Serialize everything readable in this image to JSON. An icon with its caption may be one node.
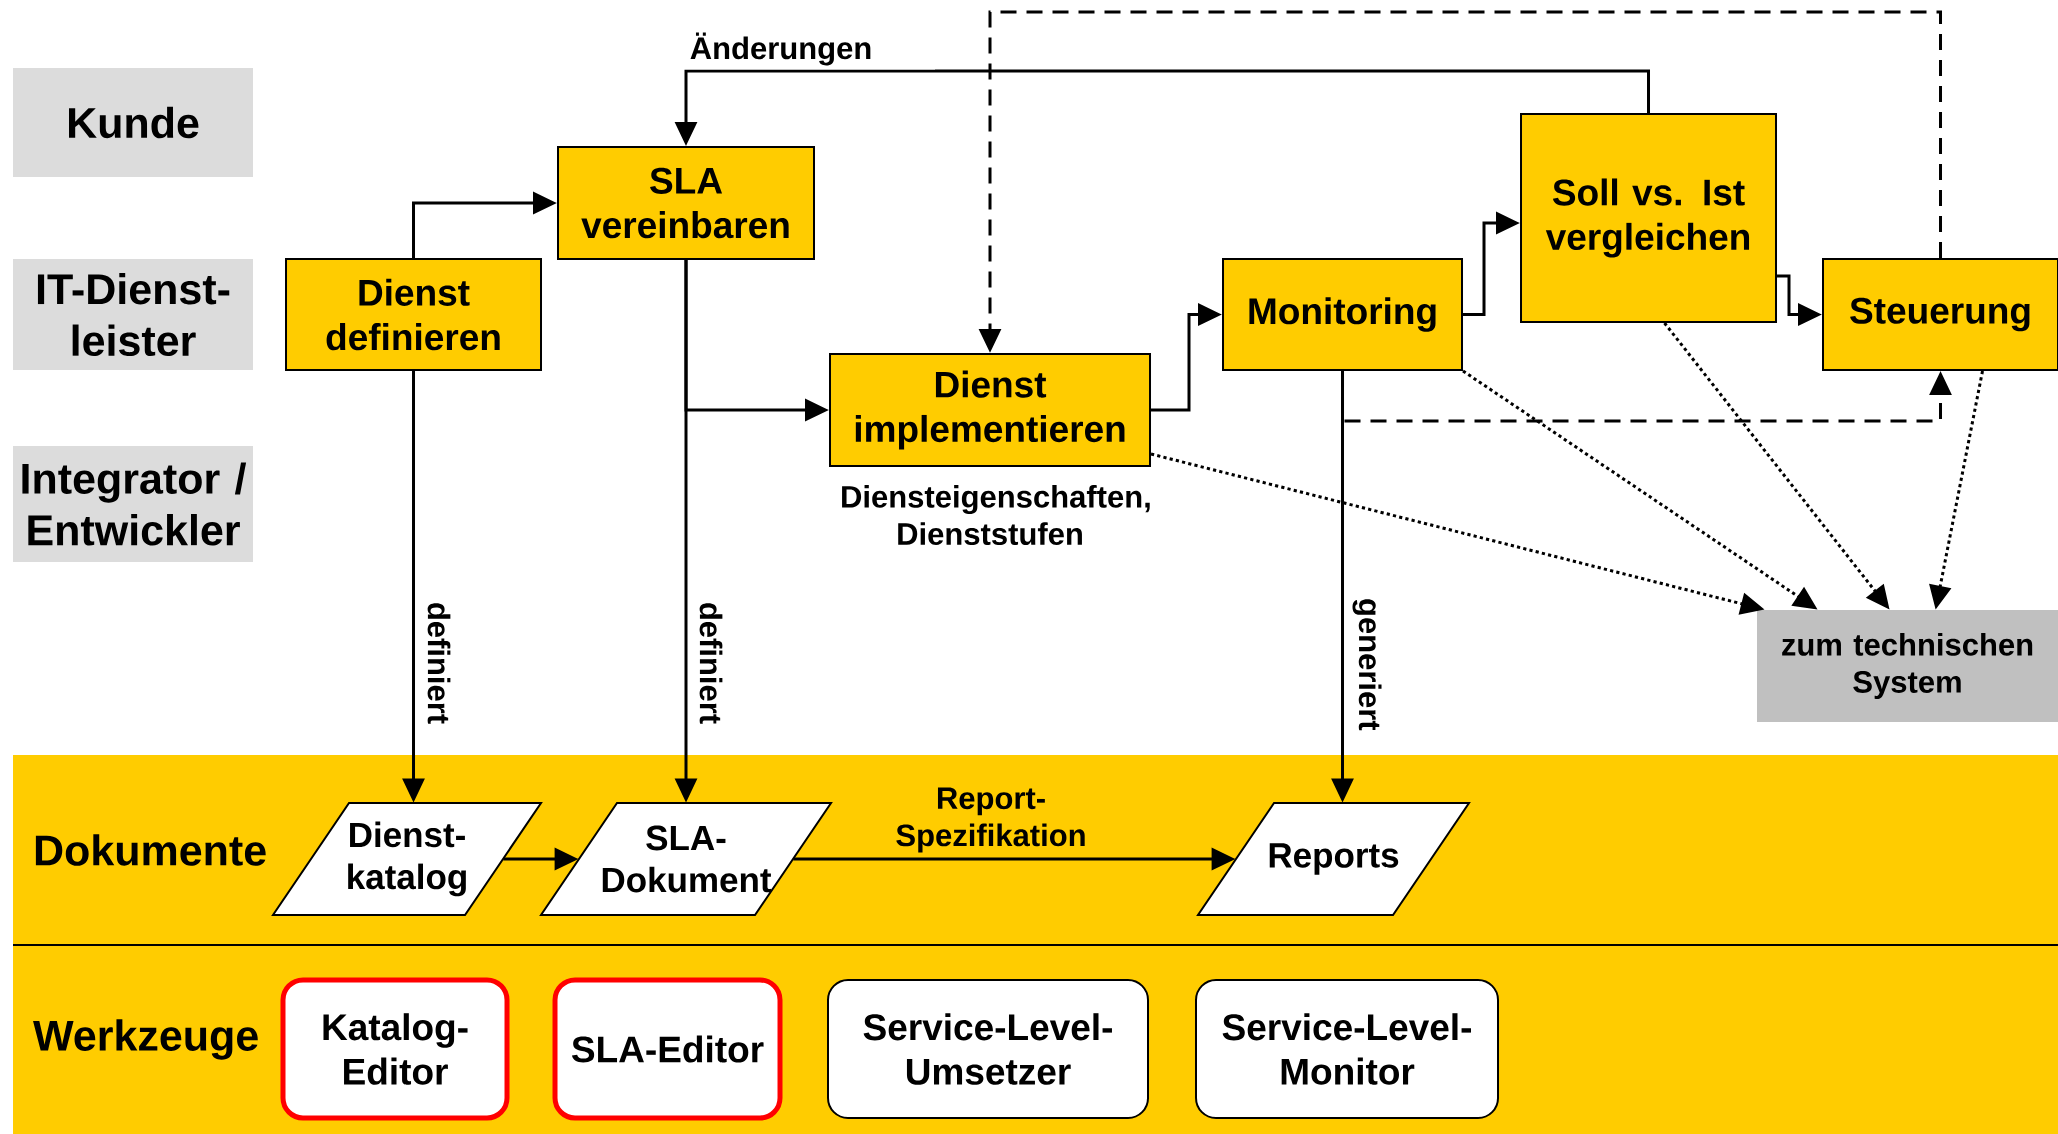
{
  "diagram": {
    "nodes": [
      {
        "text": [
          "Kunde"
        ]
      },
      {
        "text": [
          "IT-Dienst- leister"
        ]
      },
      {
        "text": [
          "Integrator / Entwickler"
        ]
      },
      {
        "text": [
          "Dienst definieren"
        ]
      },
      {
        "text": [
          "SLA vereinbaren"
        ]
      },
      {
        "text": [
          "Dienst implementieren"
        ],
        "beside": [
          "Diensteigenschaften, Dienststufen"
        ]
      },
      {
        "text": [
          "Monitoring"
        ]
      },
      {
        "text": [
          "Soll vs. Ist vergleichen"
        ]
      },
      {
        "text": [
          "Steuerung"
        ]
      },
      {
        "text": [
          "zum technischen System"
        ]
      },
      {
        "text": [
          "Dokumente"
        ]
      },
      {
        "text": [
          "Dienst- katalog"
        ],
        "in": 10
      },
      {
        "text": [
          "SLA- Dokument"
        ],
        "in": 10
      },
      {
        "text": [
          "Reports"
        ],
        "in": 10
      },
      {
        "text": [
          "Werkzeuge"
        ]
      },
      {
        "text": [
          "Katalog- Editor"
        ],
        "in": 14
      },
      {
        "text": [
          "SLA-Editor"
        ],
        "in": 14
      },
      {
        "text": [
          "Service-Level- Umsetzer"
        ],
        "in": 14
      },
      {
        "text": [
          "Service-Level- Monitor"
        ],
        "in": 14
      }
    ],
    "edges": [
      {
        "from": 3,
        "to": 4,
        "arrow": "to"
      },
      {
        "from": 7,
        "to": 4,
        "arrow": "to",
        "label": "Änderungen"
      },
      {
        "from": 4,
        "to": 5,
        "arrow": "to"
      },
      {
        "from": 4,
        "to": 12,
        "arrow": "to",
        "label": "definiert"
      },
      {
        "from": 3,
        "to": 11,
        "arrow": "to",
        "label": "definiert"
      },
      {
        "from": 5,
        "to": 6,
        "arrow": "to"
      },
      {
        "from": 6,
        "to": 7,
        "arrow": "to"
      },
      {
        "from": 7,
        "to": 8,
        "arrow": "to"
      },
      {
        "from": 8,
        "to": 5,
        "arrow": "to",
        "style": "dashed"
      },
      {
        "from": 6,
        "to": 8,
        "arrow": "to",
        "style": "dashed"
      },
      {
        "from": 6,
        "to": 13,
        "arrow": "to",
        "label": "generiert"
      },
      {
        "from": 5,
        "to": 9,
        "arrow": "to",
        "style": "dashed"
      },
      {
        "from": 6,
        "to": 9,
        "arrow": "to",
        "style": "dashed"
      },
      {
        "from": 7,
        "to": 9,
        "arrow": "to",
        "style": "dashed"
      },
      {
        "from": 8,
        "to": 9,
        "arrow": "to",
        "style": "dashed"
      },
      {
        "from": 11,
        "to": 12,
        "arrow": "to"
      },
      {
        "from": 12,
        "to": 13,
        "arrow": "to",
        "label": "Report- Spezifikation"
      }
    ]
  }
}
